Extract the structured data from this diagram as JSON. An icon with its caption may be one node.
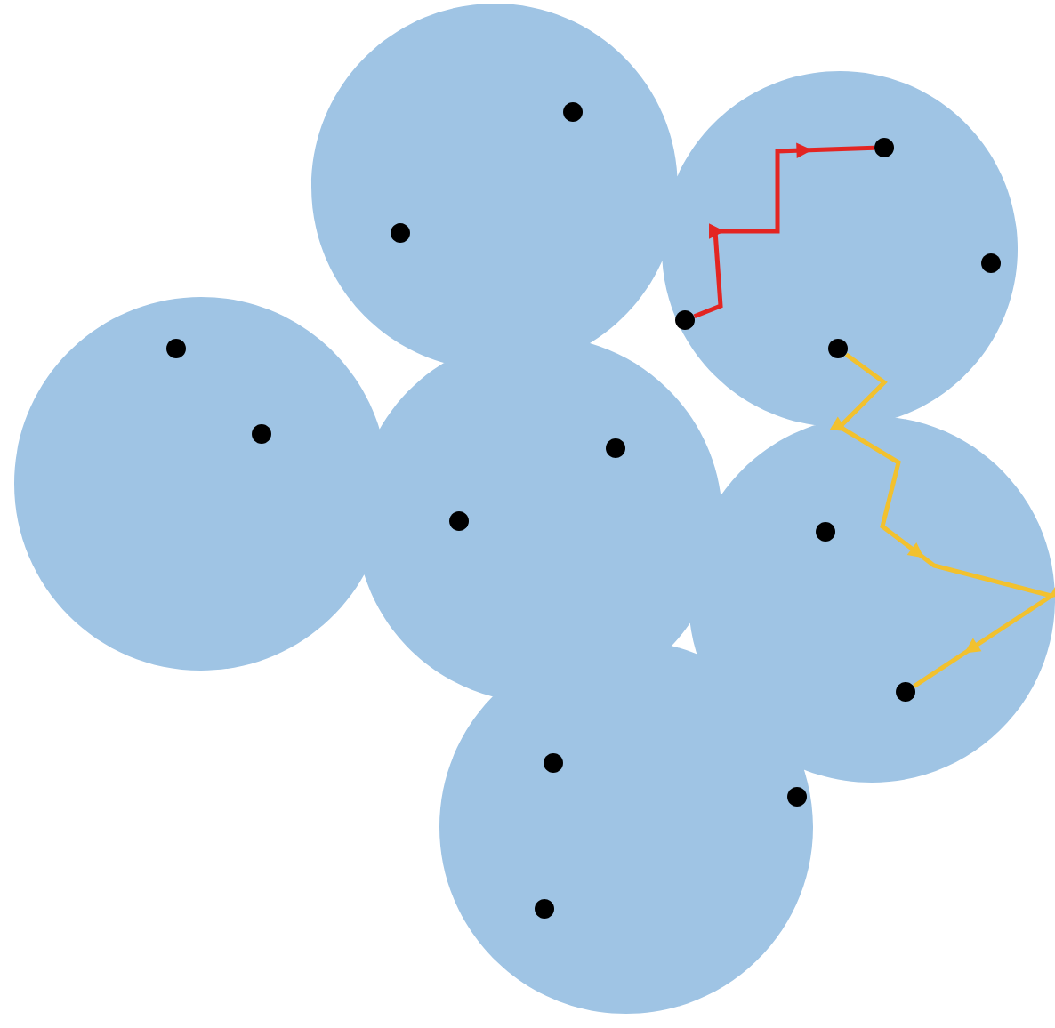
{
  "diagram": {
    "nodes": [
      {
        "text": [],
        "shape": "circle"
      },
      {
        "text": [],
        "shape": "circle"
      },
      {
        "text": [],
        "shape": "circle"
      },
      {
        "text": [],
        "shape": "circle"
      },
      {
        "text": [],
        "shape": "circle"
      },
      {
        "text": [],
        "shape": "circle"
      },
      {
        "text": [],
        "shape": "circle"
      },
      {
        "text": [],
        "shape": "circle"
      },
      {
        "text": [],
        "shape": "circle"
      },
      {
        "text": [],
        "shape": "circle"
      },
      {
        "text": [],
        "shape": "circle"
      },
      {
        "text": [],
        "shape": "circle"
      },
      {
        "text": [],
        "shape": "circle"
      },
      {
        "text": [],
        "shape": "circle"
      },
      {
        "text": [],
        "shape": "circle"
      }
    ],
    "edges": [
      {
        "from": 4,
        "to": 2,
        "arrow": "to",
        "color": "#e32522"
      },
      {
        "from": 6,
        "to": 11,
        "arrow": "to",
        "color": "#f2c12e"
      }
    ]
  }
}
